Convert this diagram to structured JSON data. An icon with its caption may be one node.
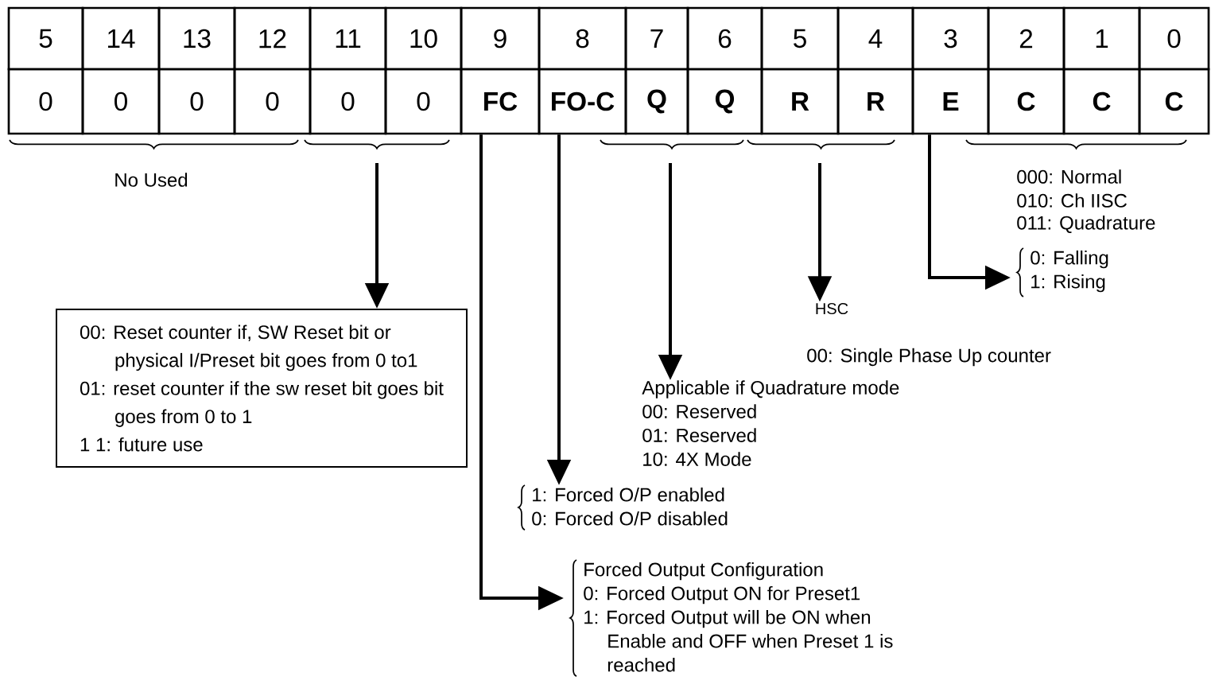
{
  "diagram": {
    "nodes": [
      {
        "text": [
          "5"
        ]
      },
      {
        "text": [
          "14"
        ]
      },
      {
        "text": [
          "13"
        ]
      },
      {
        "text": [
          "12"
        ]
      },
      {
        "text": [
          "11"
        ]
      },
      {
        "text": [
          "10"
        ]
      },
      {
        "text": [
          "9"
        ]
      },
      {
        "text": [
          "8"
        ]
      },
      {
        "text": [
          "7"
        ]
      },
      {
        "text": [
          "6"
        ]
      },
      {
        "text": [
          "5"
        ]
      },
      {
        "text": [
          "4"
        ]
      },
      {
        "text": [
          "3"
        ]
      },
      {
        "text": [
          "2"
        ]
      },
      {
        "text": [
          "1"
        ]
      },
      {
        "text": [
          "0"
        ]
      },
      {
        "text": [
          "0"
        ]
      },
      {
        "text": [
          "0"
        ]
      },
      {
        "text": [
          "0"
        ]
      },
      {
        "text": [
          "0"
        ]
      },
      {
        "text": [
          "0"
        ]
      },
      {
        "text": [
          "0"
        ]
      },
      {
        "text": [
          "FC"
        ]
      },
      {
        "text": [
          "FO-C"
        ]
      },
      {
        "text": [
          "Q"
        ]
      },
      {
        "text": [
          "Q"
        ]
      },
      {
        "text": [
          "R"
        ]
      },
      {
        "text": [
          "R"
        ]
      },
      {
        "text": [
          "E"
        ]
      },
      {
        "text": [
          "C"
        ]
      },
      {
        "text": [
          "C"
        ]
      },
      {
        "text": [
          "C"
        ]
      },
      {
        "text": [
          "0: Falling",
          "1: Rising"
        ]
      },
      {
        "text": [
          "HSC"
        ]
      },
      {
        "text": [
          "00: Reset counter if, SW Reset bit or physical I/Preset bit goes from 0 to1",
          "01: reset counter if the sw reset bit goes bit goes from 0 to 1",
          "1 1: future use"
        ]
      },
      {
        "text": [
          "Applicable if Quadrature mode",
          "00: Reserved",
          "01: Reserved",
          "10: 4X Mode"
        ]
      },
      {
        "text": [
          "1: Forced O/P enabled",
          "0: Forced O/P disabled"
        ]
      },
      {
        "text": [
          "Forced Output Configuration",
          "0: Forced Output ON for Preset1",
          "1: Forced Output will be ON when Enable and OFF when Preset 1 is reached"
        ]
      }
    ],
    "edges": [
      {
        "from": null,
        "to": 34,
        "arrow": "to"
      },
      {
        "from": 22,
        "to": 37,
        "arrow": "to"
      },
      {
        "from": 23,
        "to": 36,
        "arrow": "to"
      },
      {
        "from": null,
        "to": 35,
        "arrow": "to"
      },
      {
        "from": null,
        "to": 33,
        "arrow": "to"
      },
      {
        "from": 28,
        "to": 32,
        "arrow": "to"
      }
    ],
    "labels": [
      "No Used",
      "000: Normal",
      "010: Ch IISC",
      "011: Quadrature",
      "00: Single Phase Up counter"
    ]
  }
}
